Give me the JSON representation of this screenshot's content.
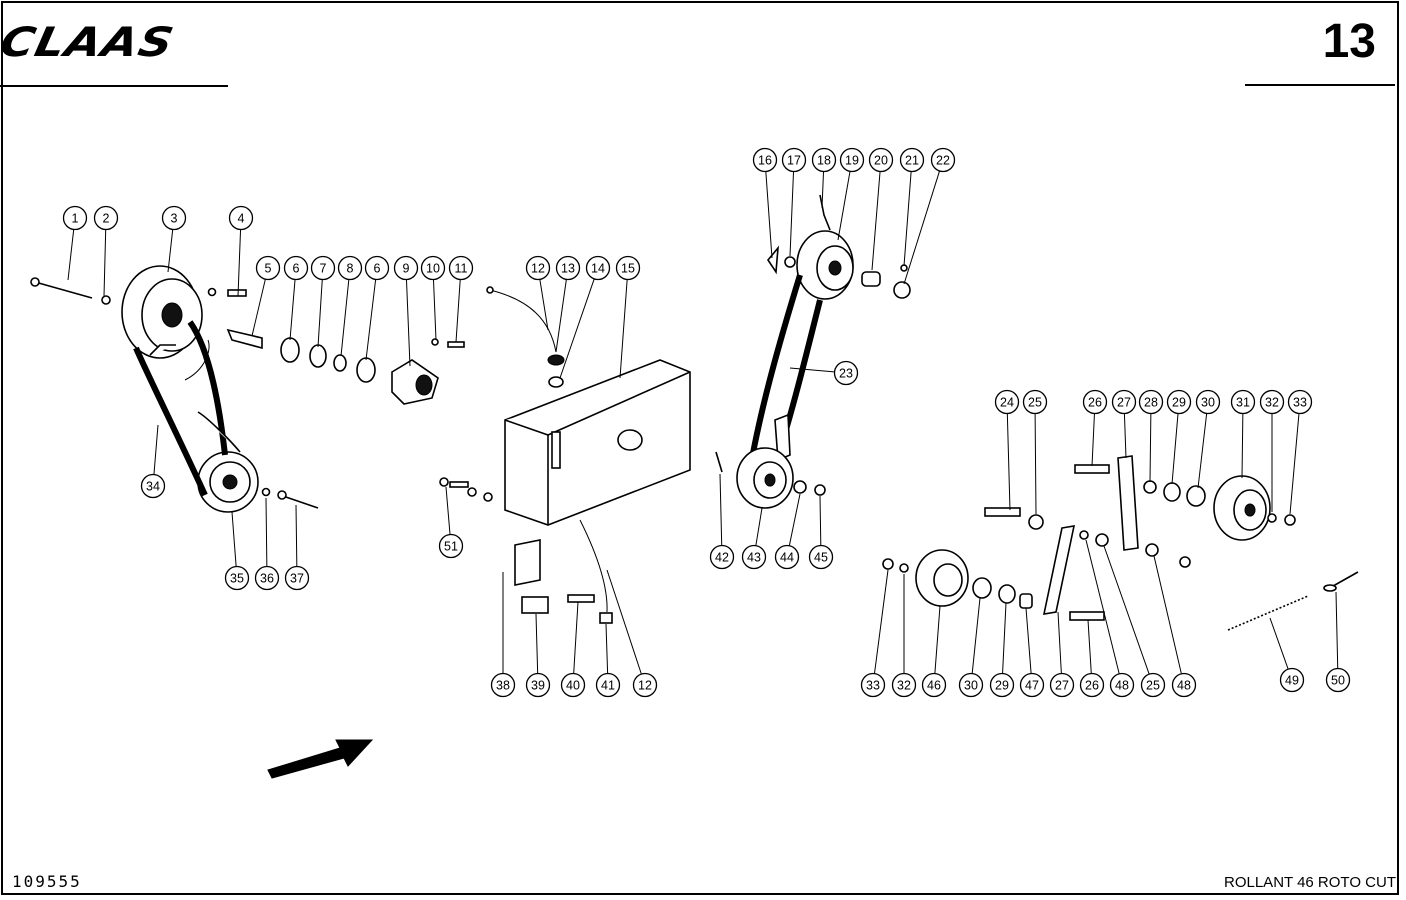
{
  "header": {
    "brand": "CLAAS",
    "page_number": "13"
  },
  "footer": {
    "drawing_number": "109555",
    "model": "ROLLANT 46 ROTO CUT"
  },
  "callouts": [
    "1",
    "2",
    "3",
    "4",
    "5",
    "6",
    "7",
    "8",
    "6",
    "9",
    "10",
    "11",
    "12",
    "13",
    "14",
    "15",
    "16",
    "17",
    "18",
    "19",
    "20",
    "21",
    "22",
    "23",
    "24",
    "25",
    "26",
    "27",
    "28",
    "29",
    "30",
    "31",
    "32",
    "33",
    "34",
    "35",
    "36",
    "37",
    "38",
    "39",
    "40",
    "41",
    "12",
    "42",
    "43",
    "44",
    "45",
    "51",
    "33",
    "32",
    "46",
    "30",
    "29",
    "47",
    "27",
    "26",
    "48",
    "25",
    "48",
    "49",
    "50"
  ]
}
